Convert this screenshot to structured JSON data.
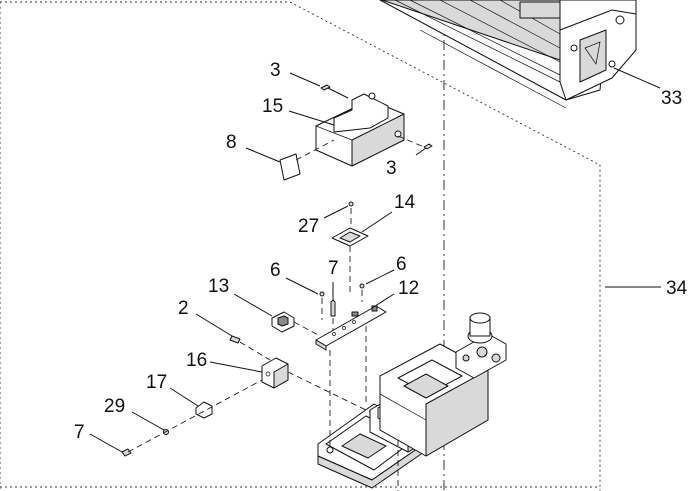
{
  "callouts": {
    "c33": "33",
    "c34": "34",
    "c3a": "3",
    "c3b": "3",
    "c15": "15",
    "c8": "8",
    "c27": "27",
    "c14": "14",
    "c6a": "6",
    "c7a": "7",
    "c6b": "6",
    "c13": "13",
    "c12": "12",
    "c2": "2",
    "c16": "16",
    "c17": "17",
    "c29": "29",
    "c7b": "7"
  }
}
